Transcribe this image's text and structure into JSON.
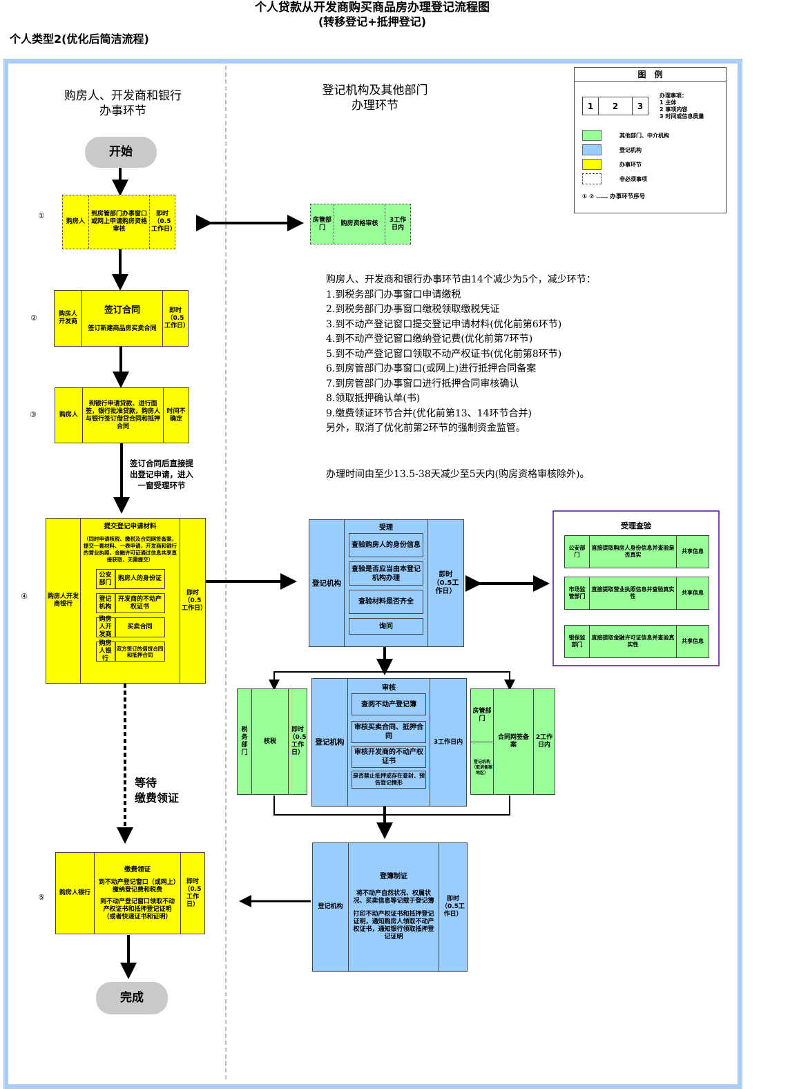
{
  "title_line1": "个人贷款从开发商购买商品房办理登记流程图",
  "title_line2": "(转移登记+抵押登记)",
  "subtitle": "个人类型2(优化后简洁流程)",
  "lanes": {
    "left": [
      "购房人、开发商和银行",
      "办事环节"
    ],
    "right": [
      "登记机构及其他部门",
      "办理环节"
    ]
  },
  "start": "开始",
  "end": "完成",
  "legend": {
    "title": "图　例",
    "cells": [
      "1",
      "2",
      "3"
    ],
    "cell_desc": [
      "办理事项：",
      "1 主体",
      "2 事项内容",
      "3 时间或信息质量"
    ],
    "items": [
      {
        "label": "其他部门、中介机构",
        "color": "#99ff99",
        "style": "solid"
      },
      {
        "label": "登记机构",
        "color": "#99ccff",
        "style": "solid"
      },
      {
        "label": "办事环节",
        "color": "#ffff00",
        "style": "solid"
      },
      {
        "label": "非必须事项",
        "color": "#ffffff",
        "style": "dashed"
      }
    ],
    "seq_label": "① ② …… 办事环节序号"
  },
  "steps": {
    "s1": {
      "num": "①",
      "subject": "购房人",
      "content": "到房管部门办事窗口或网上申请购房资格审核",
      "time": "即时（0.5工作日）"
    },
    "s1r": {
      "subject": "房管部门",
      "content": "购房资格审核",
      "time": "3工作日内"
    },
    "s2": {
      "num": "②",
      "subject": "购房人开发商",
      "content_title": "签订合同",
      "content": "签订新建商品房买卖合同",
      "time": "即时（0.5工作日）"
    },
    "s3": {
      "num": "③",
      "subject": "购房人",
      "content": "到银行申请贷款、进行面签，银行批准贷款，购房人与银行签订借贷合同和抵押合同",
      "time": "时间不确定"
    },
    "arrow_note": "签订合同后直接提出登记申请，进入一窗受理环节",
    "s4": {
      "num": "④",
      "subject": "购房人开发商银行",
      "content_title": "提交登记申请材料",
      "content": "（同时申请核税、缴税及合同网签备案，提交一套材料、一表申请，开发商和银行的营业执照、金融许可证通过信息共享直接获取，无需提交）",
      "rows": [
        [
          "公安部门",
          "购房人的身份证"
        ],
        [
          "登记机构",
          "开发商的不动产权证书"
        ],
        [
          "购房人开发商",
          "买卖合同"
        ],
        [
          "购房人银行",
          "双方签订的借贷合同和抵押合同"
        ]
      ],
      "time": "即时（0.5工作日）"
    },
    "wait_note": [
      "等待",
      "缴费领证"
    ],
    "s5": {
      "num": "⑤",
      "subject": "购房人银行",
      "content_title": "缴费领证",
      "content1": "到不动产登记窗口（或网上）缴纳登记费和税费",
      "content2": "到不动产登记窗口领取不动产权证书和抵押登记证明（或者快递证书和证明）",
      "time": "即时（0.5工作日）"
    }
  },
  "accept": {
    "subject": "登记机构",
    "title": "受理",
    "items": [
      "查验购房人的身份信息",
      "查验是否应当由本登记机构办理",
      "查验材料是否齐全",
      "询问"
    ],
    "time": "即时（0.5工作日）"
  },
  "check": {
    "title": "受理查验",
    "rows": [
      {
        "dept": "公安部门",
        "content": "直接提取购房人身份信息并查验是否真实",
        "result": "共享信息"
      },
      {
        "dept": "市场监管部门",
        "content": "直接提取营业执照信息并查验真实性",
        "result": "共享信息"
      },
      {
        "dept": "银保监部门",
        "content": "直接提取金融许可证信息并查验真实性",
        "result": "共享信息"
      }
    ]
  },
  "review": {
    "subject": "登记机构",
    "title": "审核",
    "items": [
      "查阅不动产登记簿",
      "审核买卖合同、抵押合同",
      "审核开发商的不动产权证书",
      "是否禁止抵押或存在查封、预告登记情形"
    ],
    "time": "3工作日内"
  },
  "tax": {
    "dept": "税务部门",
    "content": "核税",
    "time": "即时（0.5工作日）"
  },
  "contract": {
    "dept_top": "房管部门",
    "dept_bottom": "登记机构（取消备案地区）",
    "content": "合同网签备案",
    "time": "2工作日内"
  },
  "register": {
    "subject": "登记机构",
    "title": "登簿制证",
    "content1": "将不动产自然状况、权属状况、买卖信息等记载于登记簿",
    "content2": "打印不动产权证书和抵押登记证明，通知购房人领取不动产权证书，通知银行领取抵押登记证明",
    "time": "即时（0.5工作日）"
  },
  "notes": [
    "购房人、开发商和银行办事环节由14个减少为5个，减少环节：",
    "1.到税务部门办事窗口申请缴税",
    "2.到税务部门办事窗口缴税领取缴税凭证",
    "3.到不动产登记窗口提交登记申请材料(优化前第6环节)",
    "4.到不动产登记窗口缴纳登记费(优化前第7环节)",
    "5.到不动产登记窗口领取不动产权证书(优化前第8环节)",
    "6.到房管部门办事窗口(或网上)进行抵押合同备案",
    "7.到房管部门办事窗口进行抵押合同审核确认",
    "8.领取抵押确认单(书)",
    "9.缴费领证环节合并(优化前第13、14环节合并)",
    "另外，取消了优化前第2环节的强制资金监管。"
  ],
  "time_note": "办理时间由至少13.5-38天减少至5天内(购房资格审核除外)。"
}
